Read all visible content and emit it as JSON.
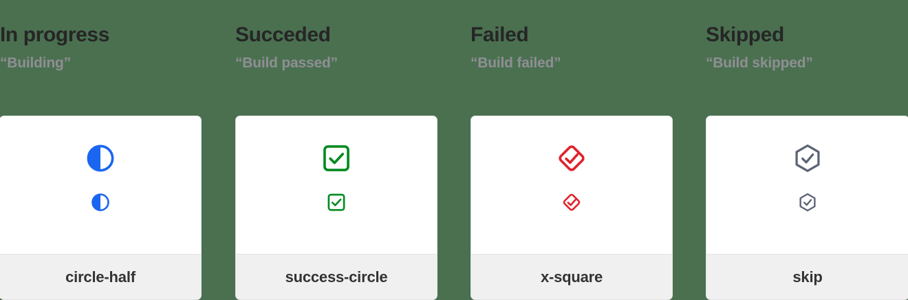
{
  "page": {
    "background_color": "#4a7050",
    "card_background": "#ffffff",
    "card_footer_background": "#f0f0f0",
    "card_border_color": "#e2e2e2"
  },
  "columns": [
    {
      "title": "In progress",
      "subtitle": "“Building”",
      "icon_name": "circle-half-icon",
      "icon_label": "circle-half",
      "icon_color": "#1a66f0"
    },
    {
      "title": "Succeded",
      "subtitle": "“Build passed”",
      "icon_name": "success-circle-icon",
      "icon_label": "success-circle",
      "icon_color": "#008a1e"
    },
    {
      "title": "Failed",
      "subtitle": "“Build failed”",
      "icon_name": "x-square-icon",
      "icon_label": "x-square",
      "icon_color": "#e0232b"
    },
    {
      "title": "Skipped",
      "subtitle": "“Build skipped”",
      "icon_name": "skip-icon",
      "icon_label": "skip",
      "icon_color": "#5c6374"
    }
  ]
}
